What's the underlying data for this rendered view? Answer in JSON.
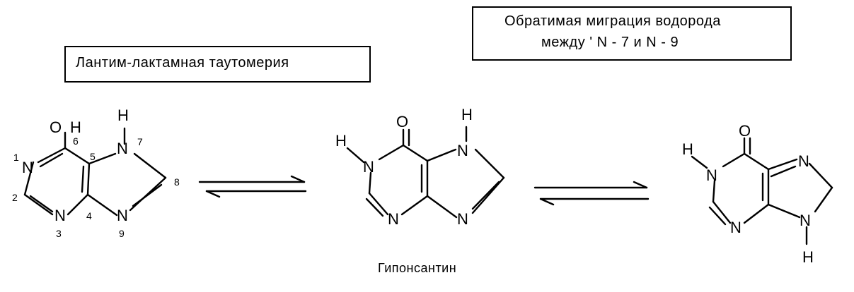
{
  "labels": {
    "box_left": "Лантим-лактамная таутомерия",
    "box_right_line1": "Обратимая миграция водорода",
    "box_right_line2": "между ' N - 7 и N - 9",
    "compound_name": "Гипонсантин"
  },
  "atoms": {
    "H": "H",
    "O": "O",
    "N": "N"
  },
  "numbering": {
    "n1": "1",
    "n2": "2",
    "n3": "3",
    "n4": "4",
    "n5": "5",
    "n6": "6",
    "n7": "7",
    "n8": "8",
    "n9": "9"
  }
}
